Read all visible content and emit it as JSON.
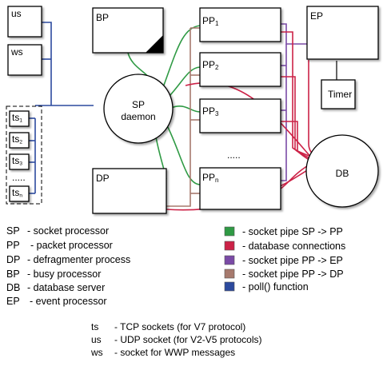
{
  "colors": {
    "green": "#2f9a44",
    "red": "#cc2247",
    "purple": "#7a4aa6",
    "brown": "#a77a6e",
    "blue": "#2c4a9e"
  },
  "nodes": {
    "us": "us",
    "ws": "ws",
    "bp": "BP",
    "sp": "SP",
    "sp_sub": "daemon",
    "dp": "DP",
    "pp1_main": "PP",
    "pp1_sub": "1",
    "pp2_main": "PP",
    "pp2_sub": "2",
    "pp3_main": "PP",
    "pp3_sub": "3",
    "ppn_main": "PP",
    "ppn_sub": "n",
    "pp_ellipsis": ".....",
    "ep": "EP",
    "timer": "Timer",
    "db": "DB",
    "ts1_main": "ts",
    "ts1_sub": "1",
    "ts2_main": "ts",
    "ts2_sub": "2",
    "ts3_main": "ts",
    "ts3_sub": "3",
    "ts_ellipsis": ".....",
    "tsn_main": "ts",
    "tsn_sub": "n"
  },
  "abbreviations": [
    {
      "abbr": "SP",
      "desc": "-  socket processor"
    },
    {
      "abbr": "PP",
      "desc": "-  packet processor"
    },
    {
      "abbr": "DP",
      "desc": "-  defragmenter process"
    },
    {
      "abbr": "BP",
      "desc": "-  busy processor"
    },
    {
      "abbr": "DB",
      "desc": "-  database server"
    },
    {
      "abbr": "EP",
      "desc": "-  event processor"
    }
  ],
  "legend": [
    {
      "color": "green",
      "label": "-  socket pipe SP -> PP"
    },
    {
      "color": "red",
      "label": "-  database connections"
    },
    {
      "color": "purple",
      "label": "-  socket pipe PP -> EP"
    },
    {
      "color": "brown",
      "label": "-  socket pipe PP -> DP"
    },
    {
      "color": "blue",
      "label": "-  poll() function"
    }
  ],
  "notes": [
    {
      "abbr": "ts",
      "desc": "-  TCP sockets (for V7 protocol)"
    },
    {
      "abbr": "us",
      "desc": "-  UDP socket (for V2-V5 protocols)"
    },
    {
      "abbr": "ws",
      "desc": "-  socket for WWP messages"
    }
  ]
}
